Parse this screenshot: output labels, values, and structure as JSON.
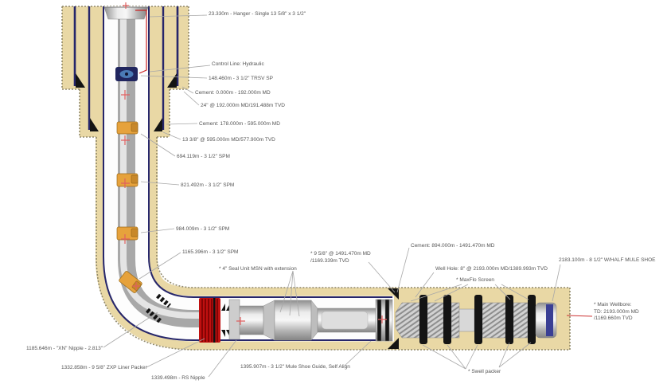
{
  "diagram": {
    "type": "well-completion-schematic",
    "colors": {
      "formation_tan": "#e9d8a5",
      "casing_navy": "#26266b",
      "tubing_gray": "#b3b3b3",
      "spm_orange": "#e6a23c",
      "packer_red": "#bf1010",
      "ring_black": "#141414",
      "mule_shoe_blue": "#3a3f94",
      "crosshair_red": "#e06060",
      "control_line_red": "#cc2222",
      "leader_gray": "#a8a8a8",
      "label_text": "#555555"
    },
    "labels": [
      {
        "id": "hanger",
        "text": "23.330m - Hanger - Single  13 5/8\" x 3 1/2\""
      },
      {
        "id": "control-line",
        "text": "Control Line: Hydraulic"
      },
      {
        "id": "trsv",
        "text": "148.460m - 3 1/2\" TRSV SP"
      },
      {
        "id": "cement-surface",
        "text": "Cement: 0.000m - 192.000m MD"
      },
      {
        "id": "casing-24",
        "text": "24\" @ 192.000m MD/191.488m TVD"
      },
      {
        "id": "cement-intermediate",
        "text": "Cement: 178.000m - 595.000m MD"
      },
      {
        "id": "casing-13-3-8",
        "text": "13 3/8\" @ 595.000m MD/577.900m TVD"
      },
      {
        "id": "spm-1",
        "text": "694.119m - 3 1/2\" SPM"
      },
      {
        "id": "spm-2",
        "text": "821.492m - 3 1/2\" SPM"
      },
      {
        "id": "spm-3",
        "text": "984.009m - 3 1/2\" SPM"
      },
      {
        "id": "spm-4",
        "text": "1165.396m - 3 1/2\" SPM"
      },
      {
        "id": "seal-unit",
        "text": "* 4\" Seal Unit MSN with extension"
      },
      {
        "id": "casing-9-5-8",
        "text": "* 9 5/8\" @ 1491.470m MD\n/1169.339m TVD"
      },
      {
        "id": "cement-production",
        "text": "Cement: 894.000m - 1491.470m MD"
      },
      {
        "id": "well-hole",
        "text": "Well Hole: 8\" @ 2193.000m MD/1389.993m TVD"
      },
      {
        "id": "maxflo-screen",
        "text": "* MaxFlo Screen"
      },
      {
        "id": "mule-shoe-8-5",
        "text": "2183.100m - 8 1/2\" W/HALF MULE SHOE"
      },
      {
        "id": "main-wellbore",
        "text": "* Main Wellbore:\nTD: 2193.000m MD\n/1169.660m TVD"
      },
      {
        "id": "xn-nipple",
        "text": "1185.646m - \"XN\" Nipple - 2.813\""
      },
      {
        "id": "zxp-liner-packer",
        "text": "1332.858m - 9 5/8\" ZXP Liner Packer"
      },
      {
        "id": "rs-nipple",
        "text": "1339.498m - RS Nipple"
      },
      {
        "id": "mule-shoe-guide",
        "text": "1395.907m - 3 1/2\" Mule Shoe Guide, Self Align"
      },
      {
        "id": "swell-packer",
        "text": "* Swell packer"
      }
    ]
  }
}
